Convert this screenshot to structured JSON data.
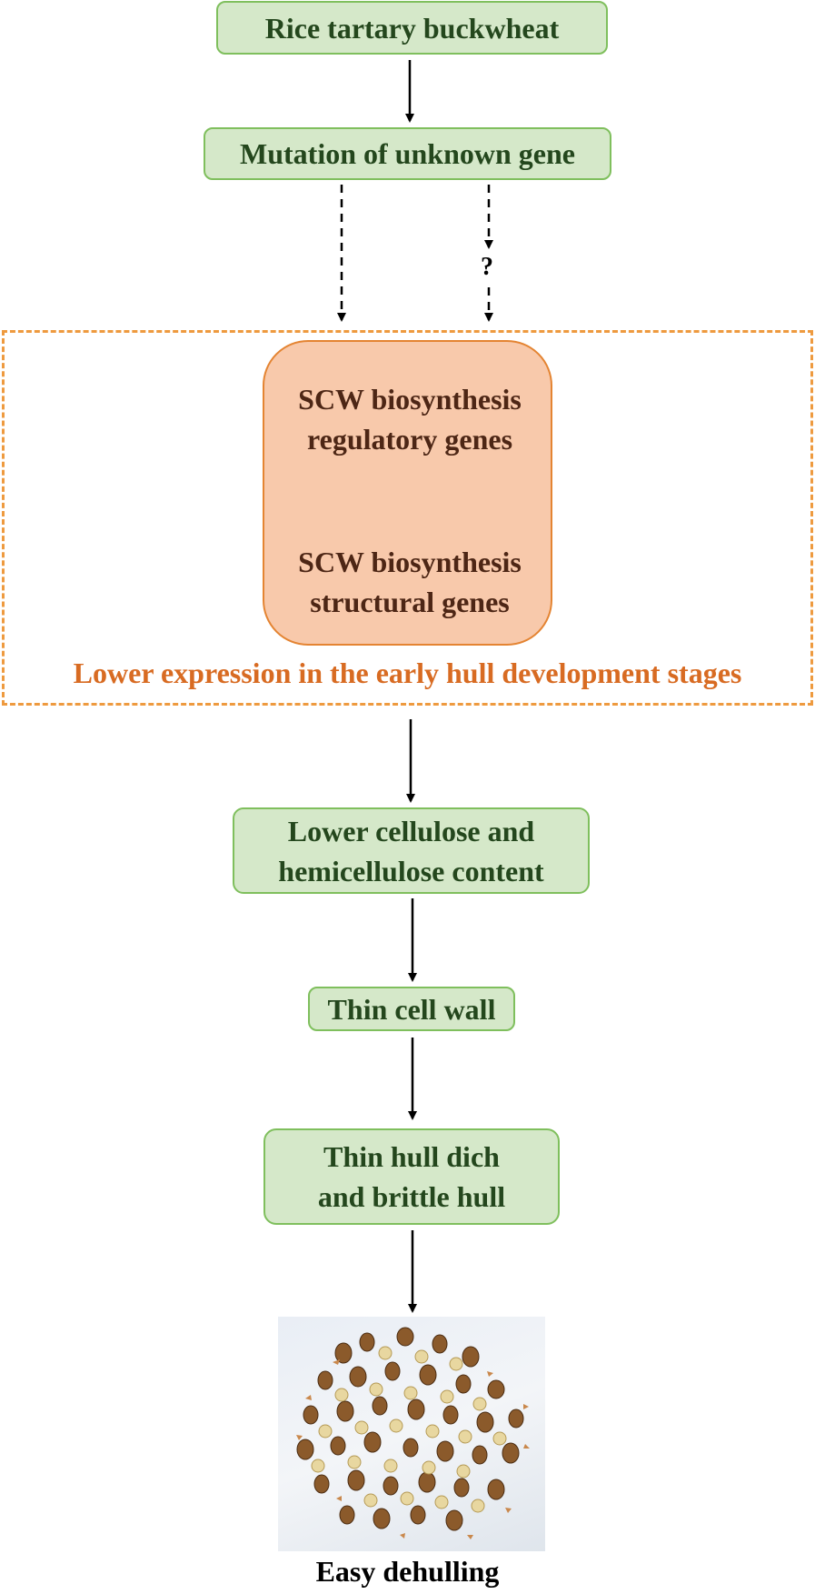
{
  "nodes": {
    "rice": "Rice tartary buckwheat",
    "mutation": "Mutation of unknown gene",
    "question": "?",
    "scw_reg_1": "SCW biosynthesis",
    "scw_reg_2": "regulatory genes",
    "scw_str_1": "SCW biosynthesis",
    "scw_str_2": "structural genes",
    "lower_expression": "Lower expression in the early hull development stages",
    "cellulose_1": "Lower cellulose and",
    "cellulose_2": "hemicellulose content",
    "thin_wall": "Thin cell wall",
    "hull_1": "Thin hull dich",
    "hull_2": "and brittle hull",
    "dehulling": "Easy dehulling"
  },
  "colors": {
    "green_fill": "#d5e8c9",
    "green_border": "#7fbf5d",
    "green_text": "#24471d",
    "orange_fill": "#f8c9ab",
    "orange_border": "#e48432",
    "orange_text": "#d86b22"
  }
}
